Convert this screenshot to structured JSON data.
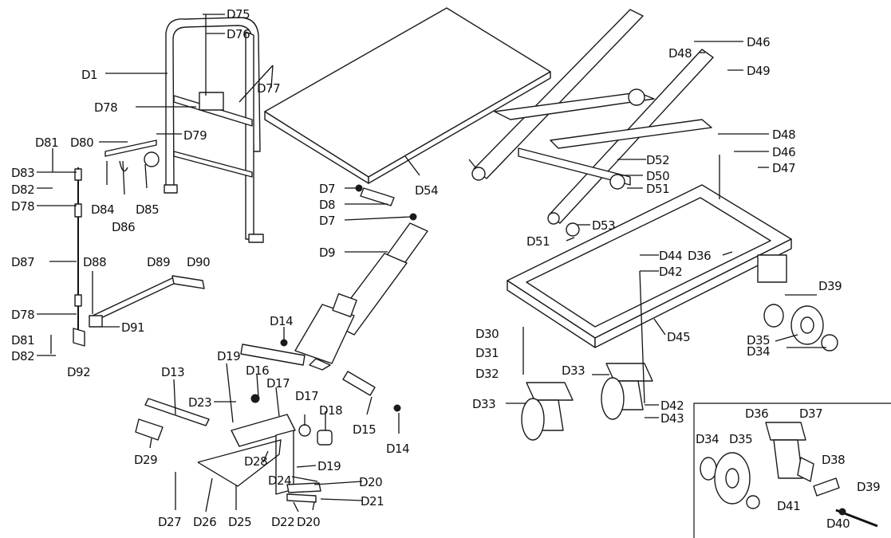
{
  "labels": {
    "D1": "D1",
    "D7a": "D7",
    "D7b": "D7",
    "D8": "D8",
    "D9": "D9",
    "D13": "D13",
    "D14a": "D14",
    "D14b": "D14",
    "D15": "D15",
    "D16": "D16",
    "D17a": "D17",
    "D17b": "D17",
    "D18": "D18",
    "D19a": "D19",
    "D19b": "D19",
    "D20a": "D20",
    "D20b": "D20",
    "D21": "D21",
    "D22": "D22",
    "D23": "D23",
    "D24": "D24",
    "D25": "D25",
    "D26": "D26",
    "D27": "D27",
    "D28": "D28",
    "D29": "D29",
    "D30": "D30",
    "D31": "D31",
    "D32": "D32",
    "D33a": "D33",
    "D33b": "D33",
    "D34a": "D34",
    "D34b": "D34",
    "D35a": "D35",
    "D35b": "D35",
    "D36a": "D36",
    "D36b": "D36",
    "D37": "D37",
    "D38": "D38",
    "D39a": "D39",
    "D39b": "D39",
    "D40": "D40",
    "D41": "D41",
    "D42a": "D42",
    "D42b": "D42",
    "D43": "D43",
    "D44": "D44",
    "D45": "D45",
    "D46a": "D46",
    "D46b": "D46",
    "D47": "D47",
    "D48a": "D48",
    "D48b": "D48",
    "D49": "D49",
    "D50": "D50",
    "D51a": "D51",
    "D51b": "D51",
    "D52": "D52",
    "D53": "D53",
    "D54": "D54",
    "D75": "D75",
    "D76": "D76",
    "D77": "D77",
    "D78a": "D78",
    "D78b": "D78",
    "D78c": "D78",
    "D79": "D79",
    "D80": "D80",
    "D81a": "D81",
    "D81b": "D81",
    "D82a": "D82",
    "D82b": "D82",
    "D83": "D83",
    "D84": "D84",
    "D85": "D85",
    "D86": "D86",
    "D87": "D87",
    "D88": "D88",
    "D89": "D89",
    "D90": "D90",
    "D91": "D91",
    "D92": "D92"
  }
}
